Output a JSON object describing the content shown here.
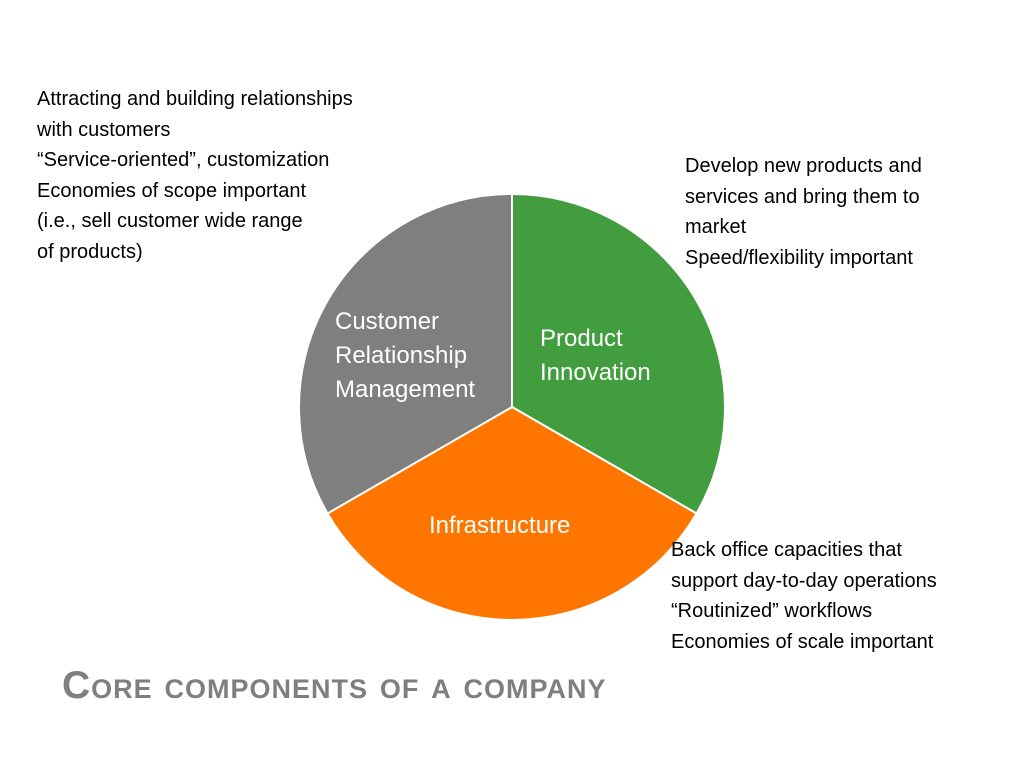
{
  "title": "Core components of a company",
  "colors": {
    "crm": "#7f7f7f",
    "product": "#419d3e",
    "infrastructure": "#fe7600",
    "segment_border": "#ffffff",
    "title": "#7f7f7f"
  },
  "segments": {
    "crm": {
      "label_lines": [
        "Customer",
        "Relationship",
        "Management"
      ],
      "share": 0.3333
    },
    "product": {
      "label_lines": [
        "Product",
        "Innovation"
      ],
      "share": 0.3333
    },
    "infrastructure": {
      "label_lines": [
        "Infrastructure"
      ],
      "share": 0.3334
    }
  },
  "notes": {
    "crm": [
      "Attracting and building relationships",
      "with customers",
      "“Service-oriented”, customization",
      "Economies of scope important",
      "(i.e., sell customer wide range",
      "of products)"
    ],
    "product": [
      "Develop new products and",
      "services and bring them to",
      "market",
      "Speed/flexibility important"
    ],
    "infrastructure": [
      "Back office capacities that",
      "support day-to-day operations",
      "“Routinized” workflows",
      "Economies of scale important"
    ]
  }
}
